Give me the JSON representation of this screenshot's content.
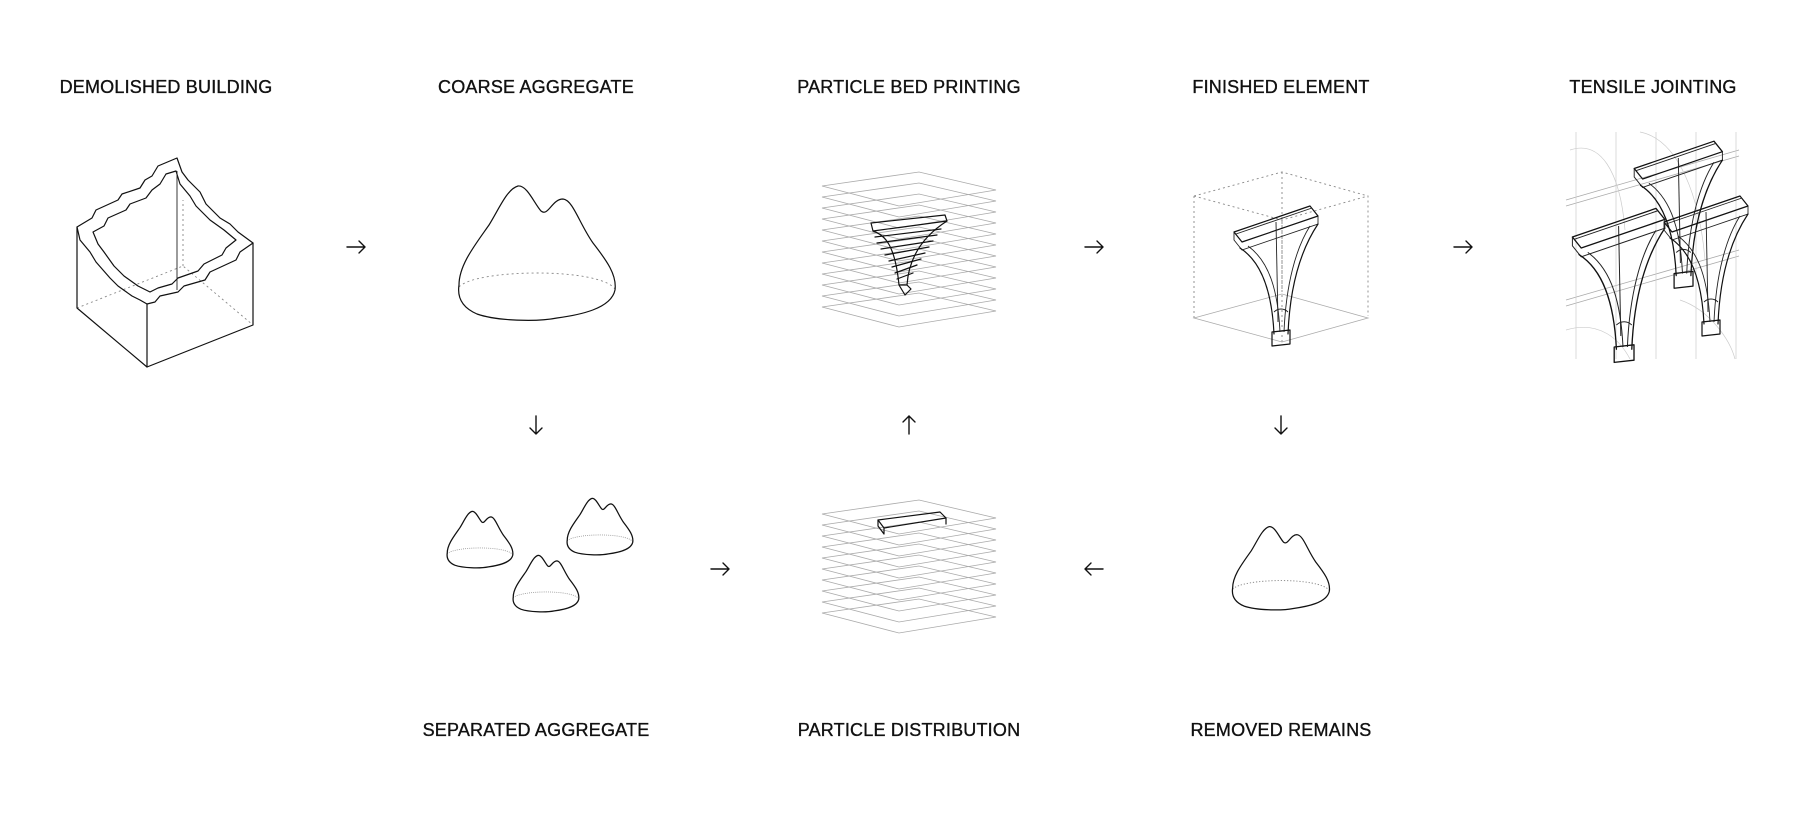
{
  "diagram": {
    "steps": {
      "demolished_building": "DEMOLISHED BUILDING",
      "coarse_aggregate": "COARSE AGGREGATE",
      "particle_bed_printing": "PARTICLE BED PRINTING",
      "finished_element": "FINISHED ELEMENT",
      "tensile_jointing": "TENSILE JOINTING",
      "separated_aggregate": "SEPARATED AGGREGATE",
      "particle_distribution": "PARTICLE DISTRIBUTION",
      "removed_remains": "REMOVED REMAINS"
    },
    "arrows": [
      {
        "from": "DEMOLISHED BUILDING",
        "to": "COARSE AGGREGATE",
        "icon": "arrow-right-icon"
      },
      {
        "from": "PARTICLE BED PRINTING",
        "to": "FINISHED ELEMENT",
        "icon": "arrow-right-icon"
      },
      {
        "from": "FINISHED ELEMENT",
        "to": "TENSILE JOINTING",
        "icon": "arrow-right-icon"
      },
      {
        "from": "COARSE AGGREGATE",
        "to": "SEPARATED AGGREGATE",
        "icon": "arrow-down-icon"
      },
      {
        "from": "PARTICLE DISTRIBUTION",
        "to": "PARTICLE BED PRINTING",
        "icon": "arrow-up-icon"
      },
      {
        "from": "FINISHED ELEMENT",
        "to": "REMOVED REMAINS",
        "icon": "arrow-down-icon"
      },
      {
        "from": "SEPARATED AGGREGATE",
        "to": "PARTICLE DISTRIBUTION",
        "icon": "arrow-right-icon"
      },
      {
        "from": "REMOVED REMAINS",
        "to": "PARTICLE DISTRIBUTION",
        "icon": "arrow-left-icon"
      }
    ],
    "colors": {
      "ink": "#111111",
      "hidden_line": "#888888",
      "background": "#ffffff"
    }
  }
}
